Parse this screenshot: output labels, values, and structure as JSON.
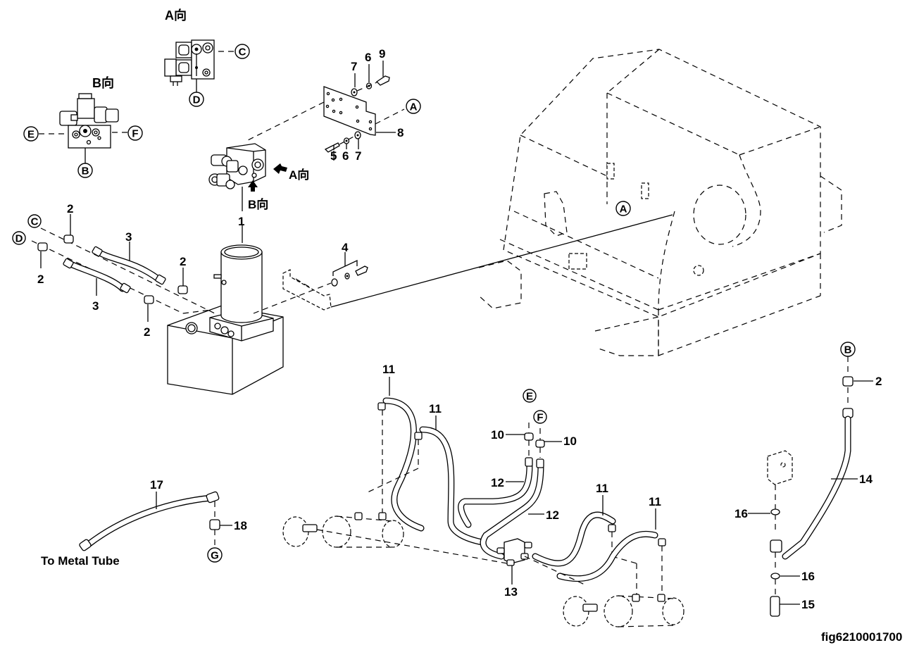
{
  "figure": {
    "id": "fig6210001700",
    "type": "exploded parts diagram"
  },
  "views": {
    "view_a": "A向",
    "view_b": "B向",
    "arrow_a": "A向",
    "arrow_b": "B向"
  },
  "circle_refs": {
    "a_plate": "A",
    "a_frame": "A",
    "b_valve": "B",
    "b_hose": "B",
    "c_valve": "C",
    "c_hose": "C",
    "d_valve": "D",
    "d_hose": "D",
    "e_valve": "E",
    "e_fitting": "E",
    "f_valve": "F",
    "f_fitting": "F",
    "g_fitting": "G"
  },
  "part_numbers": {
    "p1": "1",
    "p2_top": "2",
    "p2_left": "2",
    "p2_right": "2",
    "p2_bottom": "2",
    "p2_far_right": "2",
    "p3_top": "3",
    "p3_bottom": "3",
    "p4": "4",
    "p5": "5",
    "p6_top": "6",
    "p6_bottom": "6",
    "p7_top": "7",
    "p7_bottom": "7",
    "p8": "8",
    "p9": "9",
    "p10_left": "10",
    "p10_right": "10",
    "p11_a": "11",
    "p11_b": "11",
    "p11_c": "11",
    "p11_d": "11",
    "p12_top": "12",
    "p12_bottom": "12",
    "p13": "13",
    "p14": "14",
    "p15": "15",
    "p16_top": "16",
    "p16_bottom": "16",
    "p17": "17",
    "p18": "18"
  },
  "notes": {
    "to_metal_tube": "To Metal Tube"
  }
}
